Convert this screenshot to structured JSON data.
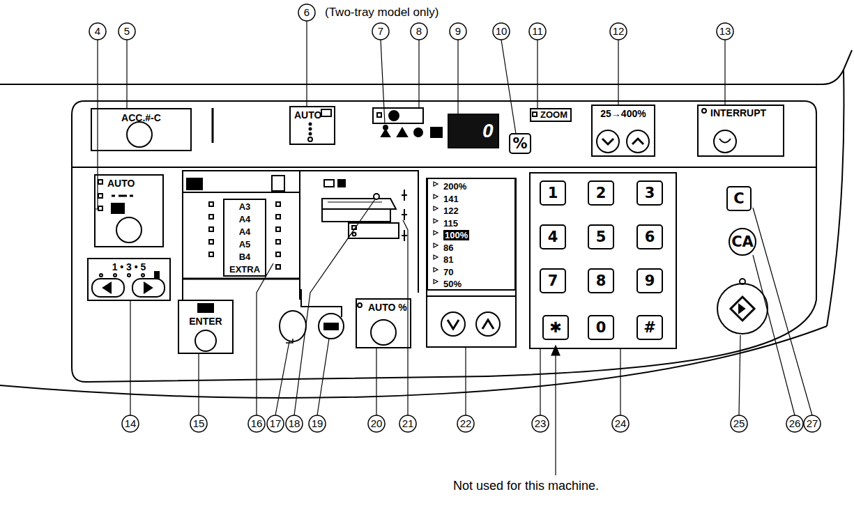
{
  "diagram": {
    "nodes": [
      {
        "text": [
          "ACC.#-C"
        ]
      },
      {
        "text": [
          "AUTO"
        ]
      },
      {
        "text": [
          "0"
        ]
      },
      {
        "text": [
          "%"
        ]
      },
      {
        "text": [
          "ZOOM"
        ]
      },
      {
        "text": [
          "25→400%"
        ]
      },
      {
        "text": [
          "INTERRUPT"
        ]
      },
      {
        "text": [
          "AUTO"
        ]
      },
      {
        "text": [
          "1 • 3 • 5"
        ]
      },
      {
        "text": [
          "A3",
          "A4",
          "A4",
          "A5",
          "B4",
          "EXTRA"
        ]
      },
      {
        "text": [
          "ENTER"
        ]
      },
      {
        "text": [
          "AUTO %"
        ]
      },
      {
        "text": [
          "200%",
          "141",
          "122",
          "115",
          "100%",
          "86",
          "81",
          "70",
          "50%"
        ]
      },
      {
        "text": [
          "1"
        ]
      },
      {
        "text": [
          "2"
        ]
      },
      {
        "text": [
          "3"
        ]
      },
      {
        "text": [
          "4"
        ]
      },
      {
        "text": [
          "5"
        ]
      },
      {
        "text": [
          "6"
        ]
      },
      {
        "text": [
          "7"
        ]
      },
      {
        "text": [
          "8"
        ]
      },
      {
        "text": [
          "9"
        ]
      },
      {
        "text": [
          "✱"
        ]
      },
      {
        "text": [
          "0"
        ]
      },
      {
        "text": [
          "#"
        ]
      },
      {
        "text": [
          "C"
        ]
      },
      {
        "text": [
          "CA"
        ]
      }
    ],
    "labels": [
      "(Two-tray model only)",
      "4",
      "5",
      "6",
      "7",
      "8",
      "9",
      "10",
      "11",
      "12",
      "13",
      "14",
      "15",
      "16",
      "17",
      "18",
      "19",
      "20",
      "21",
      "22",
      "23",
      "24",
      "25",
      "26",
      "27",
      "Not used for this machine."
    ]
  }
}
